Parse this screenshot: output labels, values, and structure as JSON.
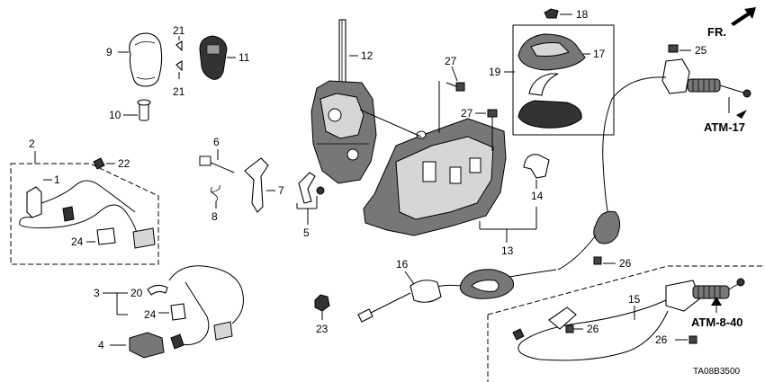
{
  "diagram_code": "TA08B3500",
  "direction_label": "FR.",
  "references": {
    "atm17": "ATM-17",
    "atm840": "ATM-8-40"
  },
  "callouts": {
    "c1": "1",
    "c2": "2",
    "c3": "3",
    "c4": "4",
    "c5": "5",
    "c6": "6",
    "c7": "7",
    "c8": "8",
    "c9": "9",
    "c10": "10",
    "c11": "11",
    "c12": "12",
    "c13": "13",
    "c14": "14",
    "c15": "15",
    "c16": "16",
    "c17": "17",
    "c18": "18",
    "c19": "19",
    "c20": "20",
    "c21a": "21",
    "c21b": "21",
    "c22": "22",
    "c23": "23",
    "c24a": "24",
    "c24b": "24",
    "c25": "25",
    "c26a": "26",
    "c26b": "26",
    "c26c": "26",
    "c27a": "27",
    "c27b": "27"
  }
}
